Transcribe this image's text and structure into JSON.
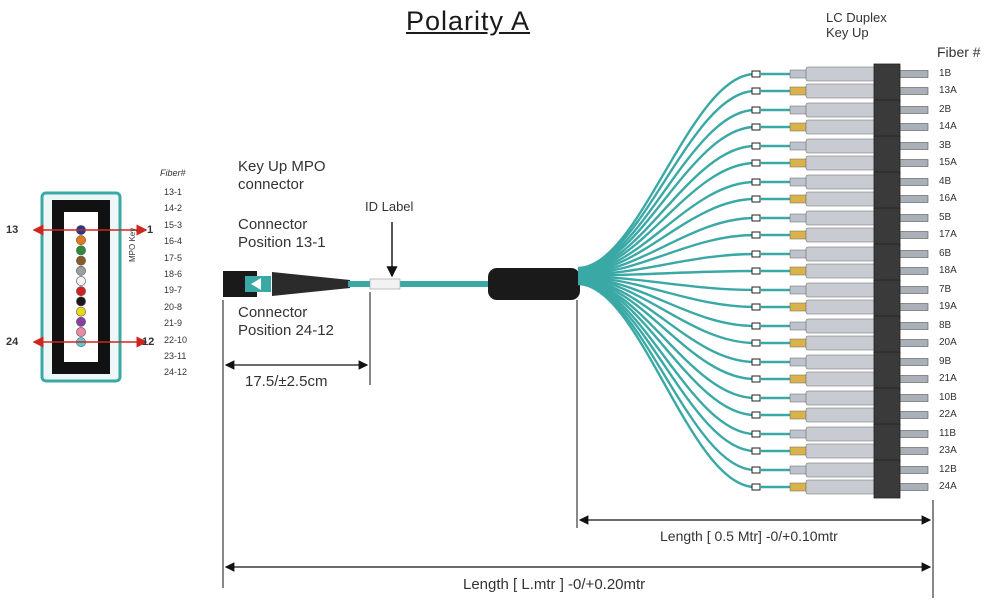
{
  "title": "Polarity A",
  "lc_connector": {
    "line1": "LC Duplex",
    "line2": "Key Up"
  },
  "fiber_header": "Fiber #",
  "mpo": {
    "line1": "Key Up MPO",
    "line2": "connector",
    "key_label": "MPO Key",
    "position_top_line1": "Connector",
    "position_top_line2": "Position 13-1",
    "position_bottom_line1": "Connector",
    "position_bottom_line2": "Position 24-12",
    "pin_13": "13",
    "pin_1": "1",
    "pin_24": "24",
    "pin_12": "12"
  },
  "fiber_pairs_header": "Fiber#",
  "fiber_pairs": [
    "13-1",
    "14-2",
    "15-3",
    "16-4",
    "17-5",
    "18-6",
    "19-7",
    "20-8",
    "21-9",
    "22-10",
    "23-11",
    "24-12"
  ],
  "mpo_fiber_colors": [
    "#1f3a93",
    "#e07b1a",
    "#2e8b3a",
    "#8b5a2b",
    "#9e9e9e",
    "#f2f2f2",
    "#d32020",
    "#1a1a1a",
    "#e8d81a",
    "#8a3fa0",
    "#e98aa6",
    "#5fc8d8"
  ],
  "id_label": "ID Label",
  "short_length": "17.5/±2.5cm",
  "breakout_length": "Length [ 0.5 Mtr]  -0/+0.10mtr",
  "total_length": "Length [ L.mtr ]  -0/+0.20mtr",
  "fiber_labels": [
    "1B",
    "13A",
    "2B",
    "14A",
    "3B",
    "15A",
    "4B",
    "16A",
    "5B",
    "17A",
    "6B",
    "18A",
    "7B",
    "19A",
    "8B",
    "20A",
    "9B",
    "21A",
    "10B",
    "22A",
    "11B",
    "23A",
    "12B",
    "24A"
  ],
  "colors": {
    "cable": "#3aa9a6",
    "lc_body": "#c8ccd2",
    "lc_boot": "#d9b24a",
    "breakout": "#1a1a1a",
    "arrow": "#d0251e"
  }
}
